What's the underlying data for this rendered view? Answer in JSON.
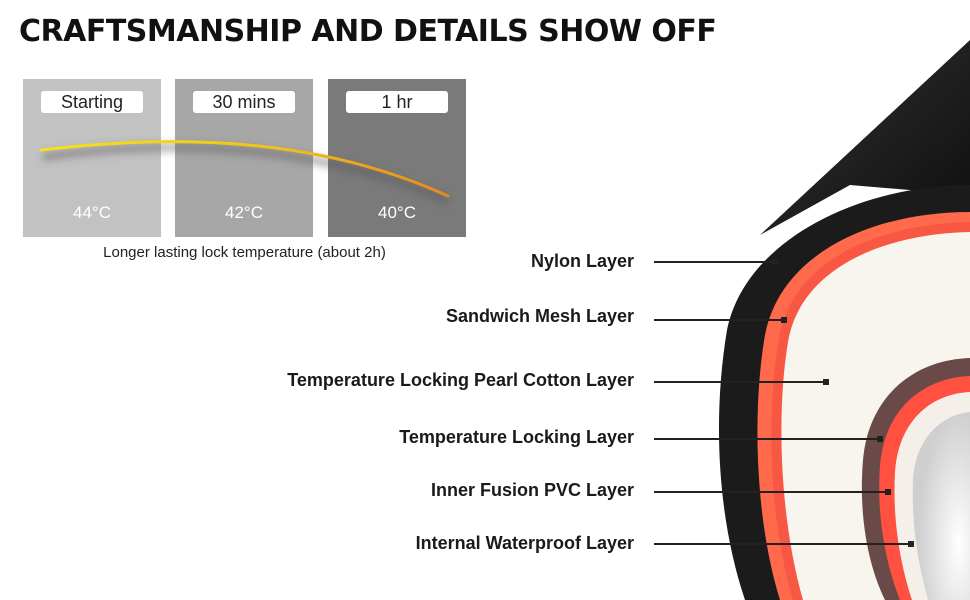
{
  "title": "CRAFTSMANSHIP AND DETAILS SHOW OFF",
  "panels": [
    {
      "time": "Starting",
      "temp": "44°C"
    },
    {
      "time": "30 mins",
      "temp": "42°C"
    },
    {
      "time": "1 hr",
      "temp": "40°C"
    }
  ],
  "caption": "Longer lasting lock temperature (about 2h)",
  "layers": [
    "Nylon Layer",
    "Sandwich Mesh Layer",
    "Temperature Locking Pearl Cotton Layer",
    "Temperature Locking Layer",
    "Inner Fusion PVC Layer",
    "Internal Waterproof Layer"
  ],
  "colors": {
    "nylon": "#1a1a1a",
    "mesh": "#ff6a4d",
    "cotton": "#f7f5ee",
    "curve_start": "#f5e21b",
    "curve_end": "#e8891e"
  }
}
